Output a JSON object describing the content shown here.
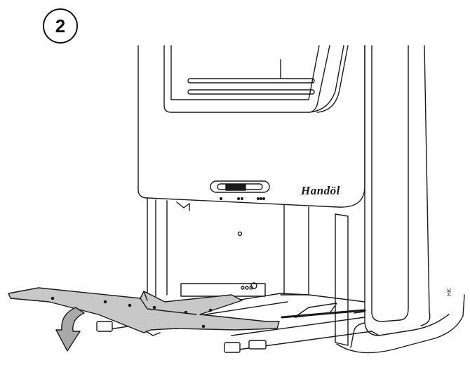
{
  "step": {
    "number": "2"
  },
  "brand": {
    "logo_text": "Handöl"
  },
  "artist": {
    "initials": "HK"
  },
  "colors": {
    "line": "#1a1a1a",
    "plate_fill": "#c8c8c8",
    "stove_fill": "#ffffff",
    "arrow_fill": "#a9a9a9"
  },
  "icons": {
    "removal_direction": "curved-arrow-down-icon"
  }
}
